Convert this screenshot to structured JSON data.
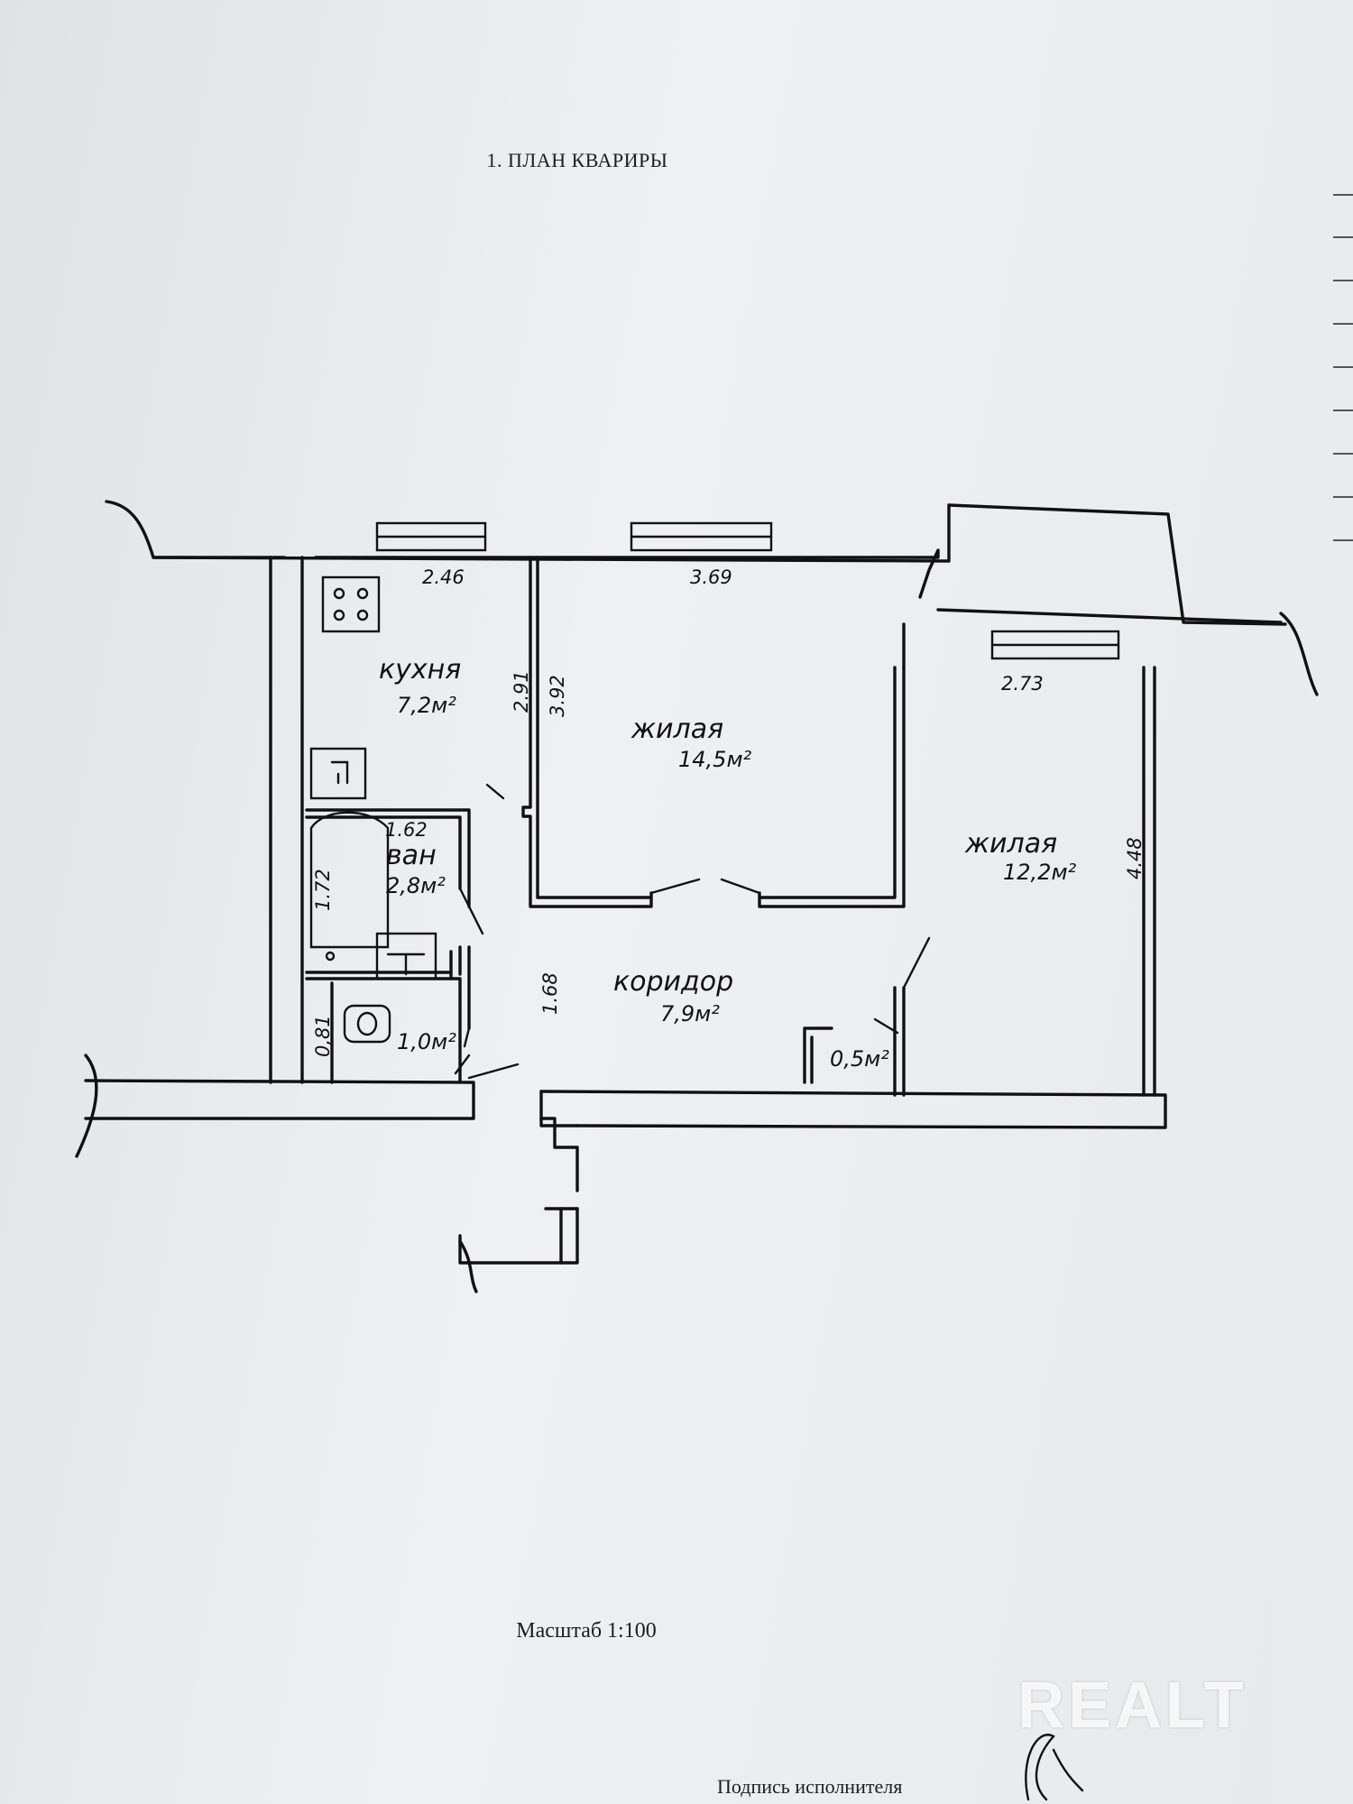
{
  "document": {
    "title": "1. ПЛАН КВАРИРЫ",
    "scale": "Масштаб 1:100",
    "signature_label": "Подпись исполнителя",
    "watermark": "REALT"
  },
  "plan": {
    "rooms": {
      "kitchen": {
        "name": "кухня",
        "area": "7,2м²"
      },
      "living1": {
        "name": "жилая",
        "area": "14,5м²"
      },
      "living2": {
        "name": "жилая",
        "area": "12,2м²"
      },
      "bath": {
        "name": "ван",
        "area": "2,8м²"
      },
      "corridor": {
        "name": "коридор",
        "area": "7,9м²"
      },
      "toilet": {
        "area": "1,0м²"
      },
      "closet": {
        "area": "0,5м²"
      }
    },
    "dimensions": {
      "kitchen_width": "2.46",
      "kitchen_depth": "2.91",
      "living1_width": "3.69",
      "living1_depth": "3.92",
      "living2_width": "2.73",
      "living2_depth": "4.48",
      "bath_width": "1.62",
      "bath_depth": "1.72",
      "corridor_width": "1.68",
      "toilet_width": "0,81"
    }
  }
}
